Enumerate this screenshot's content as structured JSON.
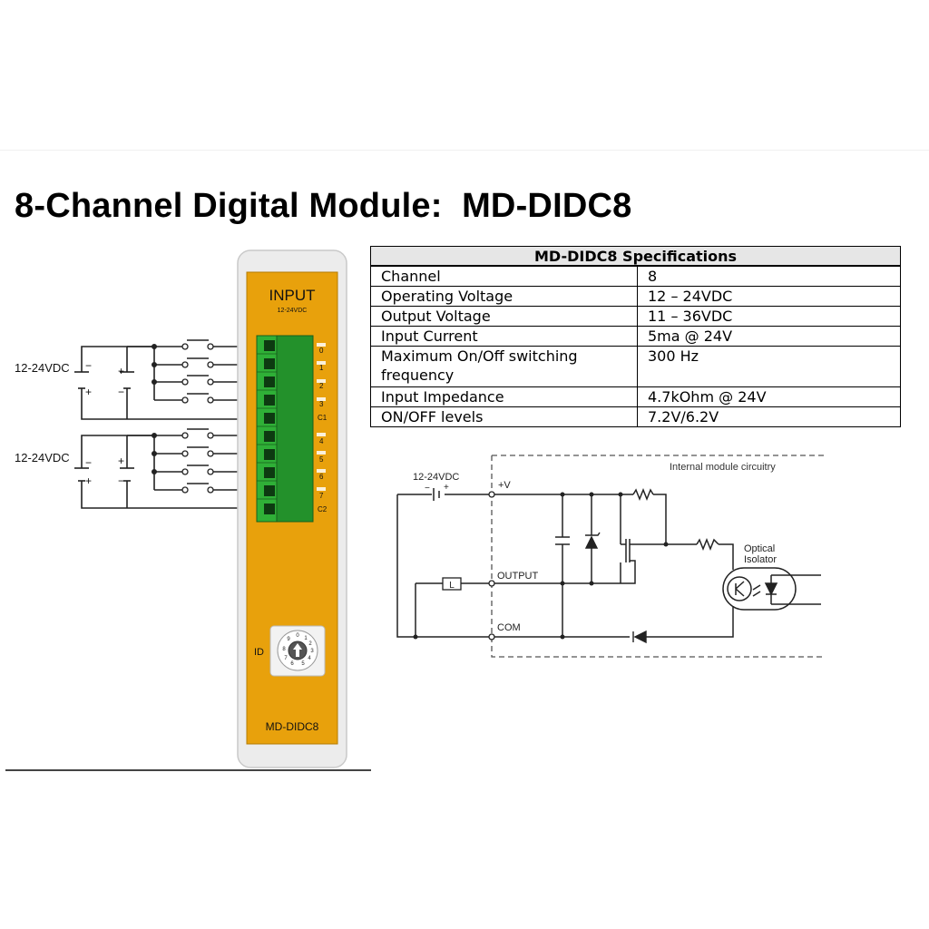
{
  "title": "8-Channel Digital Module:  MD-DIDC8",
  "module": {
    "header": "INPUT",
    "subheader": "12-24VDC",
    "channel_labels": [
      "0",
      "1",
      "2",
      "3",
      "C1",
      "4",
      "5",
      "6",
      "7",
      "C2"
    ],
    "id_label": "ID",
    "dial_digits": [
      "0",
      "1",
      "2",
      "3",
      "4",
      "5",
      "6",
      "7",
      "8",
      "9"
    ],
    "model": "MD-DIDC8",
    "colors": {
      "body": "#e8a10c",
      "shell": "#ebebeb",
      "terminal": "#2aa832"
    }
  },
  "wiring": {
    "supply_labels": [
      "12-24VDC",
      "12-24VDC"
    ],
    "polarity": {
      "plus": "+",
      "minus": "−"
    }
  },
  "specs": {
    "title": "MD-DIDC8 Specifications",
    "rows": [
      {
        "param": "Channel",
        "value": "8"
      },
      {
        "param": "Operating Voltage",
        "value": "12 – 24VDC"
      },
      {
        "param": "Output Voltage",
        "value": "11 – 36VDC"
      },
      {
        "param": "Input Current",
        "value": "5ma @ 24V"
      },
      {
        "param": "Maximum On/Off switching frequency",
        "value": "300 Hz"
      },
      {
        "param": "Input Impedance",
        "value": "4.7kOhm @ 24V"
      },
      {
        "param": "ON/OFF levels",
        "value": "7.2V/6.2V"
      }
    ]
  },
  "circuit": {
    "supply_label": "12-24VDC",
    "internal_label": "Internal module circuitry",
    "terminals": {
      "v": "+V",
      "output": "OUTPUT",
      "com": "COM"
    },
    "load_label": "L",
    "isolator_label": [
      "Optical",
      "Isolator"
    ]
  }
}
